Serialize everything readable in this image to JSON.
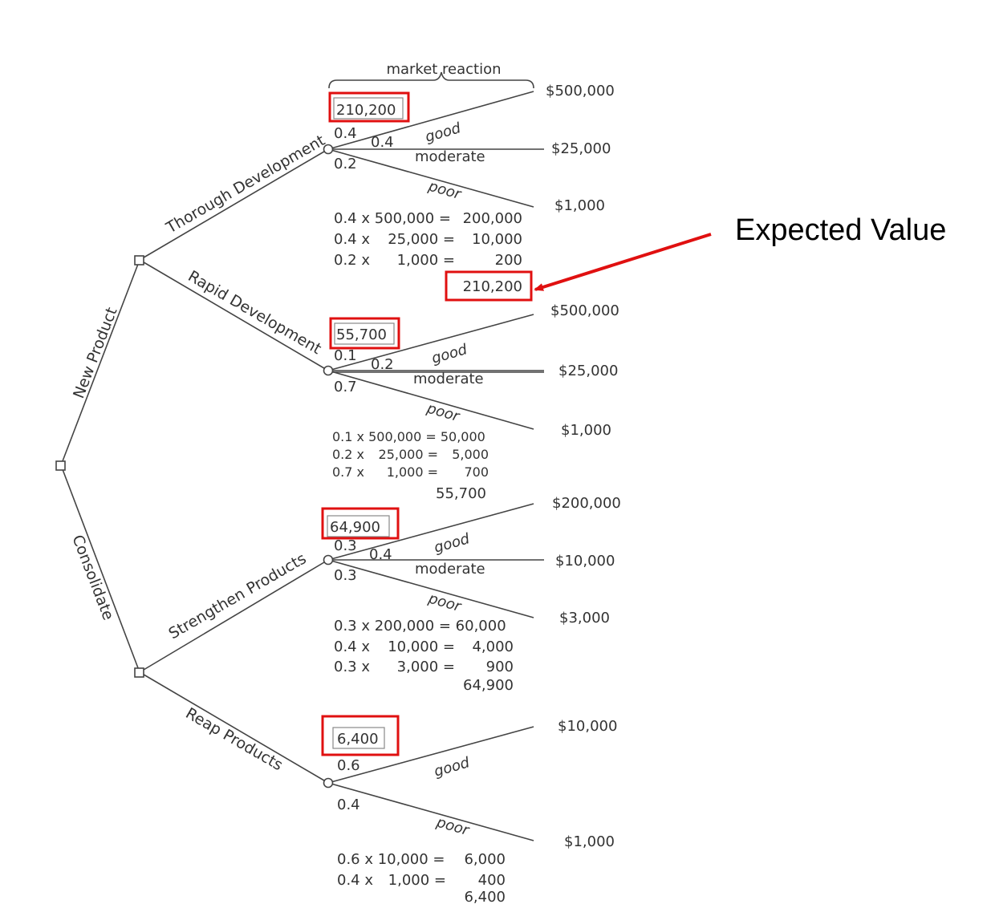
{
  "header": {
    "market_label": "market reaction"
  },
  "annotation": {
    "label": "Expected Value"
  },
  "decisions": {
    "new_product": "New Product",
    "consolidate": "Consolidate",
    "thorough": "Thorough Development",
    "rapid": "Rapid Development",
    "strengthen": "Strengthen Products",
    "reap": "Reap Products"
  },
  "thorough": {
    "ev_box": "210,200",
    "probs": [
      "0.4",
      "0.4",
      "0.2"
    ],
    "outcomes": [
      "good",
      "moderate",
      "poor"
    ],
    "payoffs": [
      "$500,000",
      "$25,000",
      "$1,000"
    ],
    "calc": [
      [
        "0.4 x 500,000 =",
        "200,000"
      ],
      [
        "0.4 x",
        "25,000 =",
        "10,000"
      ],
      [
        "0.2 x",
        "1,000 =",
        "200"
      ]
    ],
    "total": "210,200"
  },
  "rapid": {
    "ev_box": "55,700",
    "probs": [
      "0.1",
      "0.2",
      "0.7"
    ],
    "outcomes": [
      "good",
      "moderate",
      "poor"
    ],
    "payoffs": [
      "$500,000",
      "$25,000",
      "$1,000"
    ],
    "calc": [
      [
        "0.1 x 500,000 = 50,000"
      ],
      [
        "0.2 x",
        "25,000 =",
        "5,000"
      ],
      [
        "0.7 x",
        "1,000 =",
        "700"
      ]
    ],
    "total": "55,700"
  },
  "strengthen": {
    "ev_box": "64,900",
    "probs": [
      "0.3",
      "0.4",
      "0.3"
    ],
    "outcomes": [
      "good",
      "moderate",
      "poor"
    ],
    "payoffs": [
      "$200,000",
      "$10,000",
      "$3,000"
    ],
    "calc": [
      [
        "0.3 x 200,000 = 60,000"
      ],
      [
        "0.4 x",
        "10,000 =",
        "4,000"
      ],
      [
        "0.3 x",
        "3,000 =",
        "900"
      ]
    ],
    "total": "64,900"
  },
  "reap": {
    "ev_box": "6,400",
    "probs": [
      "0.6",
      "0.4"
    ],
    "outcomes": [
      "good",
      "poor"
    ],
    "payoffs": [
      "$10,000",
      "$1,000"
    ],
    "calc": [
      [
        "0.6 x 10,000 =",
        "6,000"
      ],
      [
        "0.4 x",
        "1,000 =",
        "400"
      ]
    ],
    "total": "6,400"
  },
  "colors": {
    "highlight": "#e01010",
    "line": "#444444",
    "text": "#333333"
  }
}
